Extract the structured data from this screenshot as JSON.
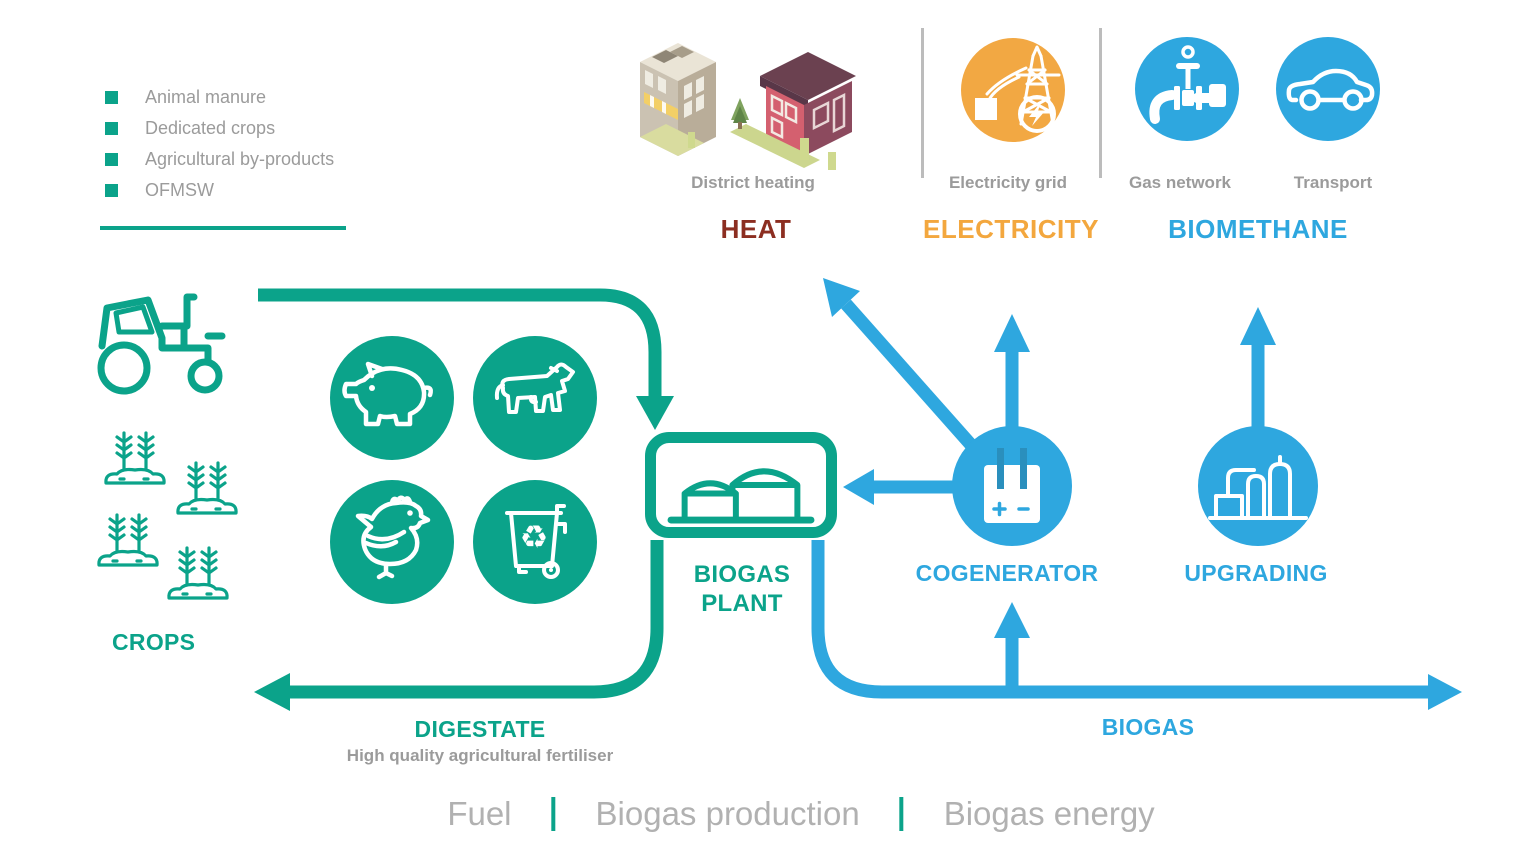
{
  "colors": {
    "teal": "#0ba38a",
    "blue": "#2ea7df",
    "orange_circle": "#f2a843",
    "orange_text": "#f3a73e",
    "heat_red": "#8c2e21",
    "gray_text": "#9b9b9b",
    "legend_gray": "#b1b1b1",
    "divider_gray": "#bcbcbc"
  },
  "feedstocks": {
    "items": [
      "Animal manure",
      "Dedicated crops",
      "Agricultural by-products",
      "OFMSW"
    ]
  },
  "outputs": {
    "heat": {
      "sublabel": "District heating",
      "title": "HEAT"
    },
    "electricity": {
      "sublabel": "Electricity grid",
      "title": "ELECTRICITY"
    },
    "biomethane": {
      "sublabel_gas_network": "Gas network",
      "sublabel_transport": "Transport",
      "title": "BIOMETHANE"
    }
  },
  "nodes": {
    "crops_label": "CROPS",
    "plant_line1": "BIOGAS",
    "plant_line2": "PLANT",
    "cogenerator_label": "COGENERATOR",
    "upgrading_label": "UPGRADING"
  },
  "flows": {
    "digestate_title": "DIGESTATE",
    "digestate_subtitle": "High quality agricultural fertiliser",
    "biogas_title": "BIOGAS"
  },
  "legend": {
    "items": [
      "Fuel",
      "Biogas production",
      "Biogas energy"
    ]
  },
  "icons": {
    "tractor": "green outline tractor",
    "wheat": "green outline wheat crops on soil mound",
    "pig": "white outline pig",
    "cow": "white outline cow",
    "chicken": "white outline chicken",
    "recycle-bin": "white outline wheelie bin with recycling symbol",
    "district-heating-buildings": "isometric buildings illustration",
    "electricity-pylon": "white pylon with lightning bolt on orange circle",
    "gas-valve": "white pipeline valve on blue circle",
    "car": "white car outline on blue circle",
    "biogas-plant": "two green biogas storage domes",
    "cogenerator": "white generator cell with plus minus electrodes",
    "upgrading-plant": "white outline upgrading columns"
  }
}
